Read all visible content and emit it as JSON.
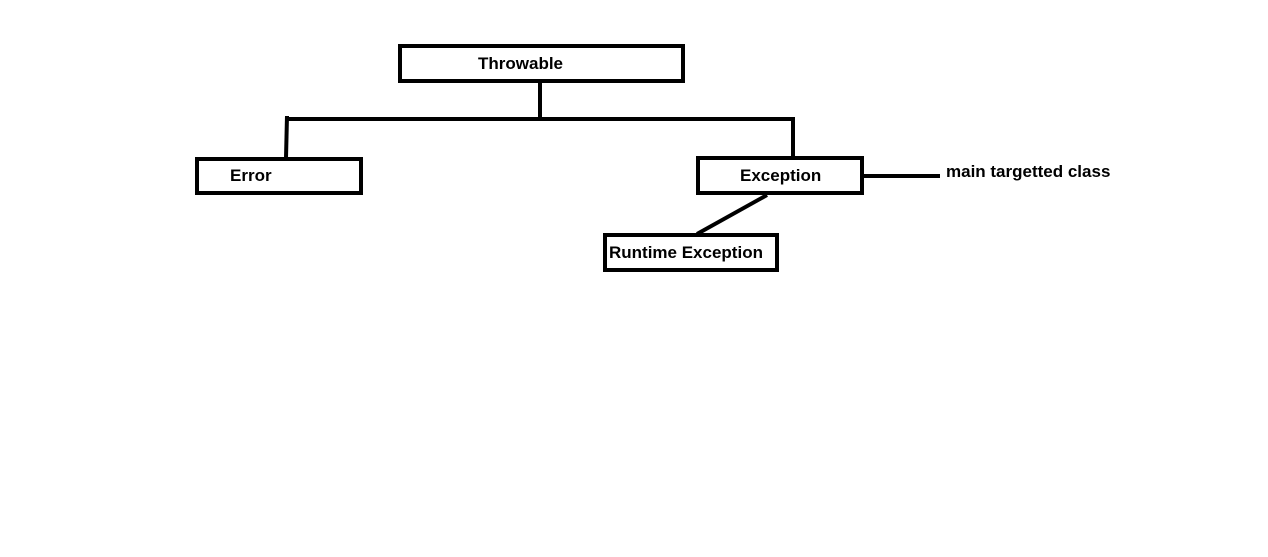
{
  "diagram": {
    "nodes": {
      "throwable": "Throwable",
      "error": "Error",
      "exception": "Exception",
      "runtime_exception": "Runtime Exception"
    },
    "annotation": "main targetted class",
    "edges": [
      {
        "from": "throwable",
        "to": "error"
      },
      {
        "from": "throwable",
        "to": "exception"
      },
      {
        "from": "exception",
        "to": "runtime_exception"
      }
    ],
    "stroke_color": "#000000"
  }
}
